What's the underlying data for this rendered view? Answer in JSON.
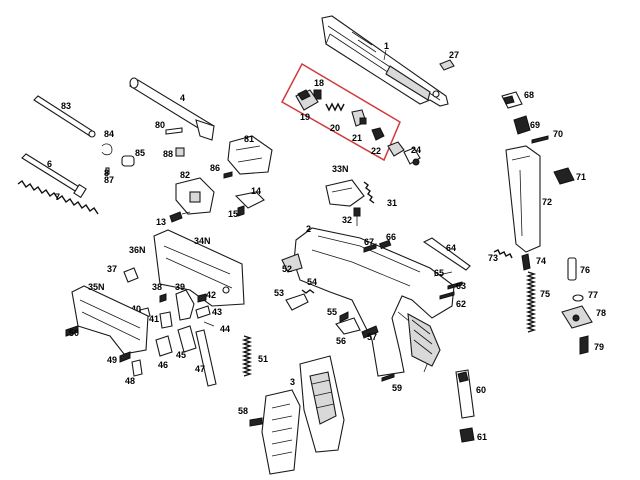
{
  "diagram": {
    "highlight_color": "#d23a3a",
    "labels": {
      "p1": "1",
      "p2": "2",
      "p3": "3",
      "p4": "4",
      "p6": "6",
      "p7": "7",
      "p8": "8",
      "p13": "13",
      "p14": "14",
      "p15": "15",
      "p18": "18",
      "p19": "19",
      "p20": "20",
      "p21": "21",
      "p22": "22",
      "p24": "24",
      "p27": "27",
      "p31": "31",
      "p32": "32",
      "p33n": "33N",
      "p34n": "34N",
      "p35n": "35N",
      "p36n": "36N",
      "p37": "37",
      "p38": "38",
      "p39": "39",
      "p40": "40",
      "p41": "41",
      "p42": "42",
      "p43": "43",
      "p44": "44",
      "p45": "45",
      "p46": "46",
      "p47": "47",
      "p48": "48",
      "p49": "49",
      "p50": "50",
      "p51": "51",
      "p52": "52",
      "p53": "53",
      "p54": "54",
      "p55": "55",
      "p56": "56",
      "p57": "57",
      "p58": "58",
      "p59": "59",
      "p60": "60",
      "p61": "61",
      "p62": "62",
      "p63": "63",
      "p64": "64",
      "p65": "65",
      "p66": "66",
      "p67": "67",
      "p68": "68",
      "p69": "69",
      "p70": "70",
      "p71": "71",
      "p72": "72",
      "p73": "73",
      "p74": "74",
      "p75": "75",
      "p76": "76",
      "p77": "77",
      "p78": "78",
      "p79": "79",
      "p80": "80",
      "p81": "81",
      "p82": "82",
      "p83": "83",
      "p84": "84",
      "p85": "85",
      "p86": "86",
      "p87": "87",
      "p88": "88"
    }
  }
}
